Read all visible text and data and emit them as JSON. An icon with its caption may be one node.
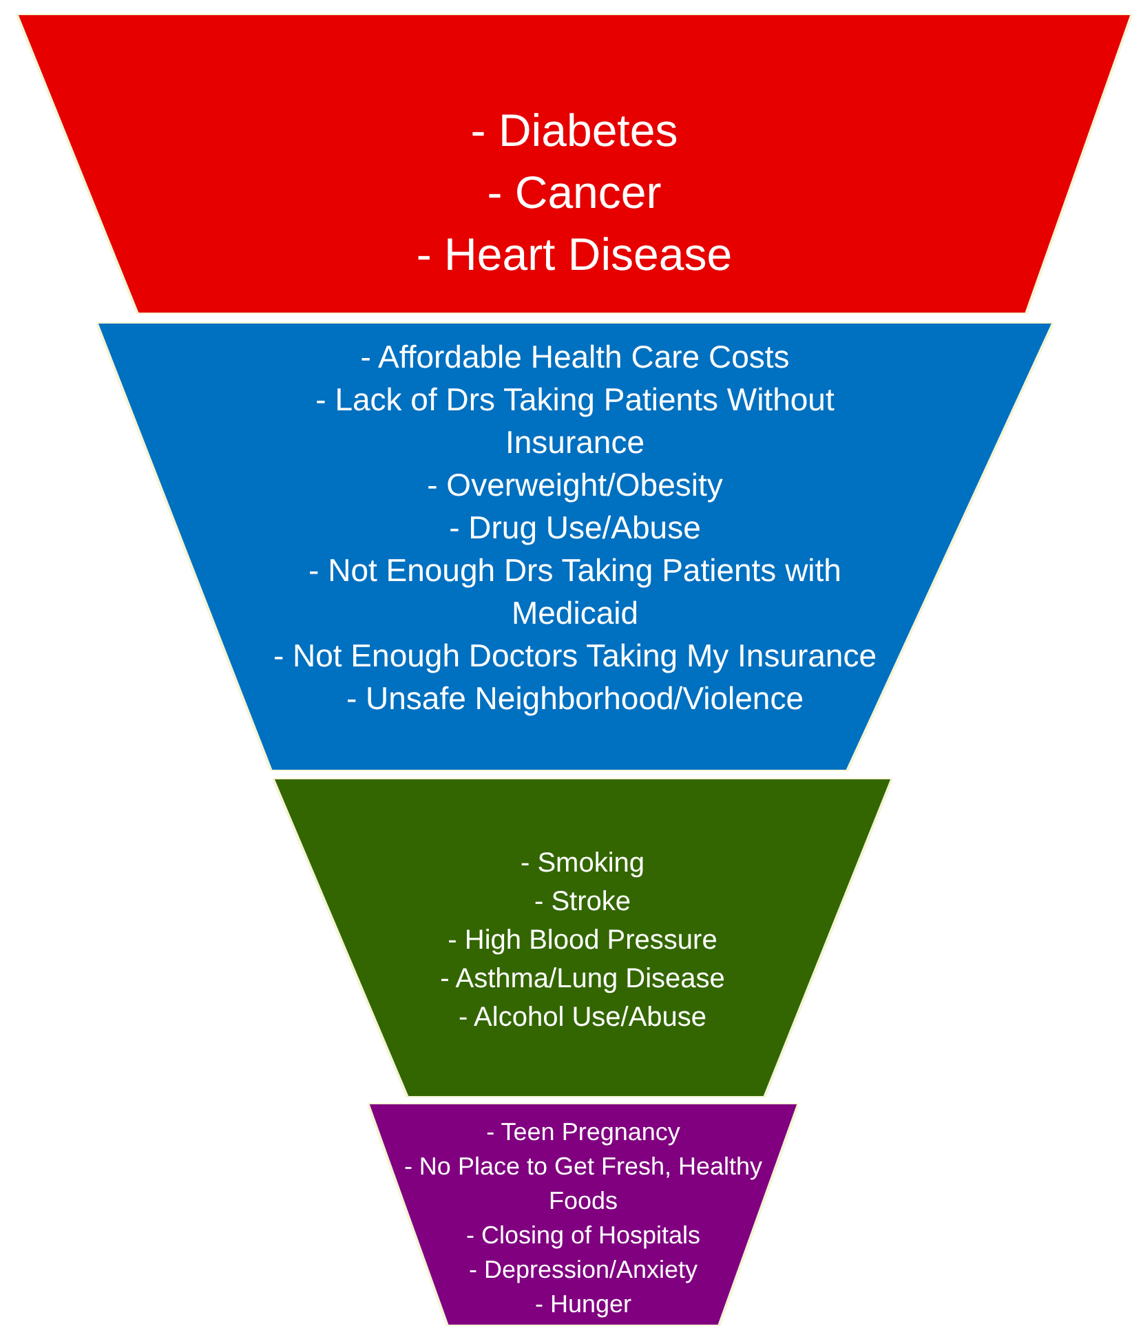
{
  "diagram": {
    "nodes": [
      {
        "text": [
          "- Diabetes",
          "- Cancer",
          "- Heart Disease"
        ]
      },
      {
        "text": [
          "- Affordable Health Care Costs",
          "- Lack of Drs Taking Patients Without Insurance",
          "- Overweight/Obesity",
          "- Drug Use/Abuse",
          "- Not Enough Drs Taking Patients with Medicaid",
          "- Not Enough Doctors Taking My Insurance",
          "- Unsafe Neighborhood/Violence"
        ]
      },
      {
        "text": [
          "- Smoking",
          "- Stroke",
          "- High Blood Pressure",
          "- Asthma/Lung Disease",
          "- Alcohol Use/Abuse"
        ]
      },
      {
        "text": [
          "- Teen Pregnancy",
          "- No Place to Get Fresh, Healthy Foods",
          "- Closing of Hospitals",
          "- Depression/Anxiety",
          "- Hunger"
        ]
      }
    ]
  }
}
